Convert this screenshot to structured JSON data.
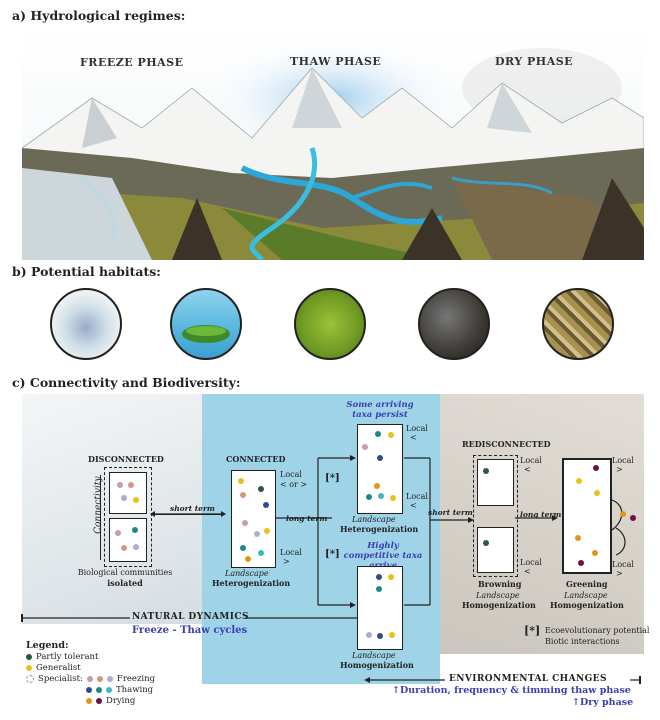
{
  "section_a": {
    "title": "a) Hydrological regimes:",
    "phases": [
      "FREEZE PHASE",
      "THAW PHASE",
      "DRY PHASE"
    ]
  },
  "section_b": {
    "title": "b) Potential habitats:"
  },
  "section_c": {
    "title": "c) Connectivity and Biodiversity:",
    "disconnected": "DISCONNECTED",
    "connected": "CONNECTED",
    "rediconnected": "REDISCONNECTED",
    "connectivity_axis": "Connectivity",
    "bio_communities": "Biological communities",
    "isolated": "isolated",
    "short_term": "short term",
    "long_term": "long term",
    "short_term2": "short term",
    "long_term2": "long term",
    "local": "Local",
    "lt": "<",
    "gt": ">",
    "or": "< or >",
    "landscape": "Landscape",
    "heterogenization": "Heterogenization",
    "homogenization": "Homogenization",
    "some_arriving": "Some arriving taxa persist",
    "highly_competitive": "Highly competitive taxa arrive",
    "browning": "Browning",
    "greening": "Greening",
    "bracket": "[*]",
    "eco_potential": "Ecoevolutionary potential",
    "biotic": "Biotic interactions",
    "natural_dynamics": "NATURAL DYNAMICS",
    "freeze_thaw": "Freeze - Thaw cycles",
    "env_changes": "ENVIRONMENTAL CHANGES",
    "duration": "↑Duration, frequency & timming thaw phase",
    "dry_phase": "↑Dry phase"
  },
  "legend": {
    "title": "Legend:",
    "partly": "Partly tolerant",
    "generalist": "Generalist",
    "specialist": "Specialist:",
    "freezing": "Freezing",
    "thawing": "Thawing",
    "drying": "Drying"
  },
  "colors": {
    "generalist": "#e6c21a",
    "freezing": [
      "#c99ab0",
      "#d19a80",
      "#a8b0d0"
    ],
    "thawing": [
      "#2e4b8c",
      "#1a8a8a",
      "#3bb8c0"
    ],
    "drying": [
      "#e0961a",
      "#6a1240"
    ],
    "partly": "#2b5a3a",
    "connected_bg": "#9fd3e8",
    "frozen_bg": "#dfe6ea",
    "dry_bg": "#ddd9d2"
  }
}
